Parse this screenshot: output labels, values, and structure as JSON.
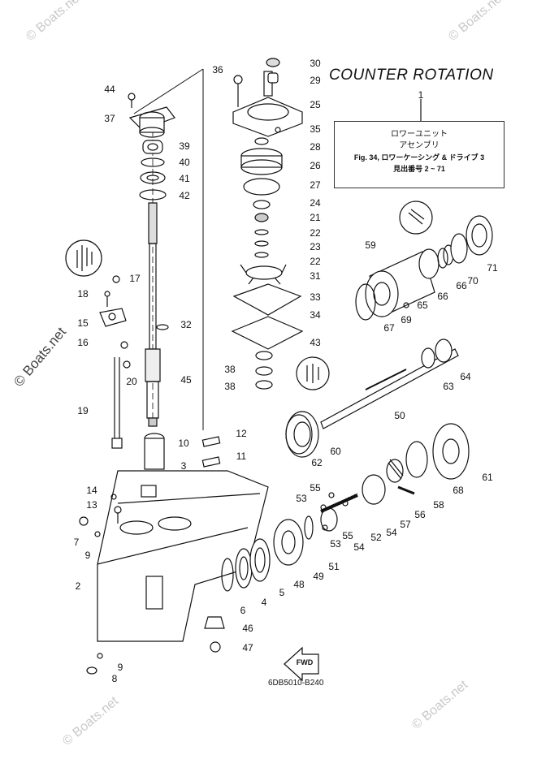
{
  "title": "COUNTER ROTATION",
  "ref_box": {
    "part_no": "1",
    "line1": "ロワーユニット",
    "line2": "アセンブリ",
    "line3": "Fig. 34, ロワーケーシング & ドライブ 3",
    "line4": "見出番号 2 ~ 71"
  },
  "diagram_code": "6DB5010-B240",
  "fwd_label": "FWD",
  "watermark": "© Boats.net",
  "callouts": [
    {
      "id": "44",
      "label": "44"
    },
    {
      "id": "37",
      "label": "37"
    },
    {
      "id": "39",
      "label": "39"
    },
    {
      "id": "40",
      "label": "40"
    },
    {
      "id": "41",
      "label": "41"
    },
    {
      "id": "42",
      "label": "42"
    },
    {
      "id": "36",
      "label": "36"
    },
    {
      "id": "30",
      "label": "30"
    },
    {
      "id": "29",
      "label": "29"
    },
    {
      "id": "25",
      "label": "25"
    },
    {
      "id": "35",
      "label": "35"
    },
    {
      "id": "28",
      "label": "28"
    },
    {
      "id": "26",
      "label": "26"
    },
    {
      "id": "27",
      "label": "27"
    },
    {
      "id": "24",
      "label": "24"
    },
    {
      "id": "21",
      "label": "21"
    },
    {
      "id": "22a",
      "label": "22"
    },
    {
      "id": "23",
      "label": "23"
    },
    {
      "id": "22b",
      "label": "22"
    },
    {
      "id": "31",
      "label": "31"
    },
    {
      "id": "33",
      "label": "33"
    },
    {
      "id": "34",
      "label": "34"
    },
    {
      "id": "43",
      "label": "43"
    },
    {
      "id": "38a",
      "label": "38"
    },
    {
      "id": "38b",
      "label": "38"
    },
    {
      "id": "17",
      "label": "17"
    },
    {
      "id": "18",
      "label": "18"
    },
    {
      "id": "15",
      "label": "15"
    },
    {
      "id": "16",
      "label": "16"
    },
    {
      "id": "32",
      "label": "32"
    },
    {
      "id": "20",
      "label": "20"
    },
    {
      "id": "45",
      "label": "45"
    },
    {
      "id": "19",
      "label": "19"
    },
    {
      "id": "12",
      "label": "12"
    },
    {
      "id": "10",
      "label": "10"
    },
    {
      "id": "11",
      "label": "11"
    },
    {
      "id": "3",
      "label": "3"
    },
    {
      "id": "14",
      "label": "14"
    },
    {
      "id": "13",
      "label": "13"
    },
    {
      "id": "7",
      "label": "7"
    },
    {
      "id": "9a",
      "label": "9"
    },
    {
      "id": "2",
      "label": "2"
    },
    {
      "id": "6",
      "label": "6"
    },
    {
      "id": "4",
      "label": "4"
    },
    {
      "id": "5",
      "label": "5"
    },
    {
      "id": "48",
      "label": "48"
    },
    {
      "id": "49",
      "label": "49"
    },
    {
      "id": "51",
      "label": "51"
    },
    {
      "id": "46",
      "label": "46"
    },
    {
      "id": "47",
      "label": "47"
    },
    {
      "id": "9b",
      "label": "9"
    },
    {
      "id": "8",
      "label": "8"
    },
    {
      "id": "59",
      "label": "59"
    },
    {
      "id": "65",
      "label": "65"
    },
    {
      "id": "66a",
      "label": "66"
    },
    {
      "id": "66b",
      "label": "66"
    },
    {
      "id": "70",
      "label": "70"
    },
    {
      "id": "71",
      "label": "71"
    },
    {
      "id": "69",
      "label": "69"
    },
    {
      "id": "67",
      "label": "67"
    },
    {
      "id": "63",
      "label": "63"
    },
    {
      "id": "64",
      "label": "64"
    },
    {
      "id": "50",
      "label": "50"
    },
    {
      "id": "60",
      "label": "60"
    },
    {
      "id": "62",
      "label": "62"
    },
    {
      "id": "61",
      "label": "61"
    },
    {
      "id": "68",
      "label": "68"
    },
    {
      "id": "58",
      "label": "58"
    },
    {
      "id": "56",
      "label": "56"
    },
    {
      "id": "57",
      "label": "57"
    },
    {
      "id": "55a",
      "label": "55"
    },
    {
      "id": "53a",
      "label": "53"
    },
    {
      "id": "55b",
      "label": "55"
    },
    {
      "id": "53b",
      "label": "53"
    },
    {
      "id": "52",
      "label": "52"
    },
    {
      "id": "54a",
      "label": "54"
    },
    {
      "id": "54b",
      "label": "54"
    }
  ]
}
